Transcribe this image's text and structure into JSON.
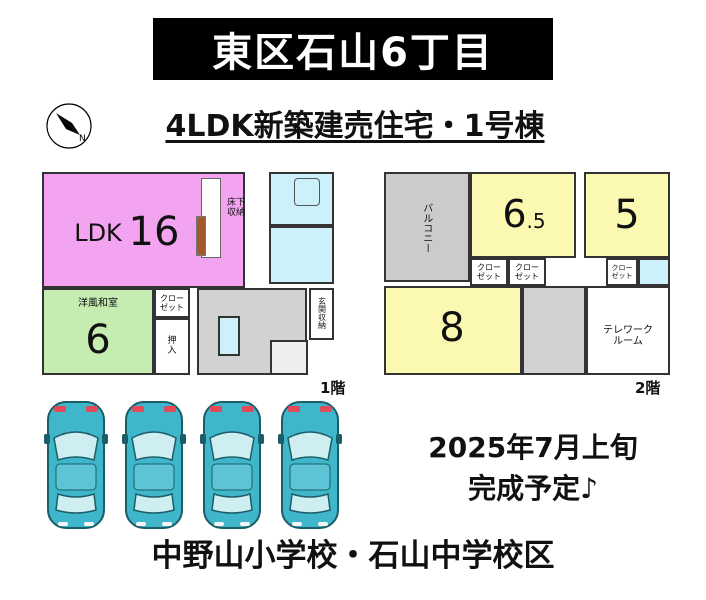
{
  "header": {
    "title": "東区石山6丁目",
    "subtitle": "4LDK新築建売住宅・1号棟"
  },
  "compass": {
    "icon": "north-arrow-icon",
    "label": "N"
  },
  "floor1": {
    "label": "1階",
    "rooms": {
      "ldk_name": "LDK",
      "ldk_size": "16",
      "underfloor": "床下\n収納",
      "western_japanese": "洋風和室",
      "western_japanese_size": "6",
      "closet": "クロー\nゼット",
      "oshiire": "押\n入",
      "entrance_storage": "玄\n関\n収\n納"
    }
  },
  "floor2": {
    "label": "2階",
    "rooms": {
      "balcony": "バルコニー",
      "room_65_a": "6",
      "room_65_b": ".5",
      "room_5": "5",
      "room_8": "8",
      "closet_a": "クロー\nゼット",
      "closet_b": "クロー\nゼット",
      "closet_c": "クロー\nゼット",
      "telework": "テレワーク\nルーム"
    }
  },
  "parking": {
    "car_count": 4,
    "car_icon": "car-top-view-icon",
    "car_color": "#3fb6c9"
  },
  "info": {
    "date": "2025年7月上旬",
    "completion": "完成予定♪",
    "school": "中野山小学校・石山中学校区"
  },
  "colors": {
    "ldk": "#f3a4f0",
    "japanese": "#c5ecb1",
    "bedroom": "#fbf8b2",
    "wet": "#cdf1fb",
    "hall": "#d2d2d2",
    "balcony": "#cbcbcb"
  }
}
